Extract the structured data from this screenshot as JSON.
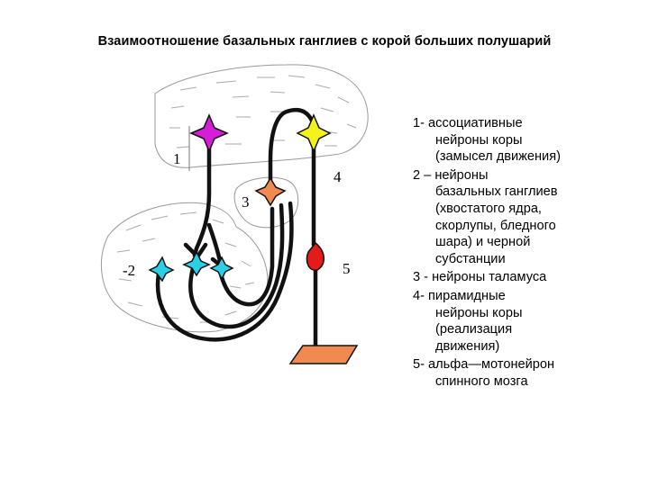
{
  "title": "Взаимоотношение  базальных ганглиев с корой  больших полушарий",
  "colors": {
    "magenta_neuron": "#d61ed6",
    "yellow_neuron": "#f5f21c",
    "orange_neuron": "#f08a50",
    "red_neuron": "#e41b1b",
    "cyan_neuron": "#2ad0e8",
    "spinal_plate": "#f08a50"
  },
  "diagram": {
    "labels": {
      "l1": "1",
      "l2": "-2",
      "l3": "3",
      "l4": "4",
      "l5": "5"
    }
  },
  "legend": [
    {
      "head": "1- ассоциативные",
      "lines": [
        "нейроны  коры",
        "(замысел движения)"
      ]
    },
    {
      "head": "2 – нейроны",
      "lines": [
        "базальных ганглиев",
        "(хвостатого ядра,",
        "скорлупы, бледного",
        "шара) и  черной",
        "субстанции"
      ]
    },
    {
      "head": "3 -  нейроны таламуса",
      "lines": []
    },
    {
      "head": "4-  пирамидные",
      "lines": [
        "нейроны  коры",
        "(реализация",
        "движения)"
      ]
    },
    {
      "head": "5- альфа—мотонейрон",
      "lines": [
        "спинного мозга"
      ]
    }
  ]
}
